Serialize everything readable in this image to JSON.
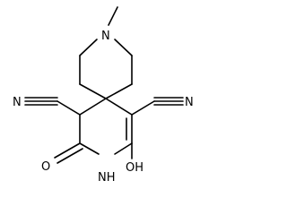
{
  "molecule": {
    "atoms": {
      "ring_n": "N",
      "cn_left_n": "N",
      "cn_right_n": "N",
      "oxo_o": "O",
      "nh": "NH",
      "hydroxy": "OH"
    }
  }
}
